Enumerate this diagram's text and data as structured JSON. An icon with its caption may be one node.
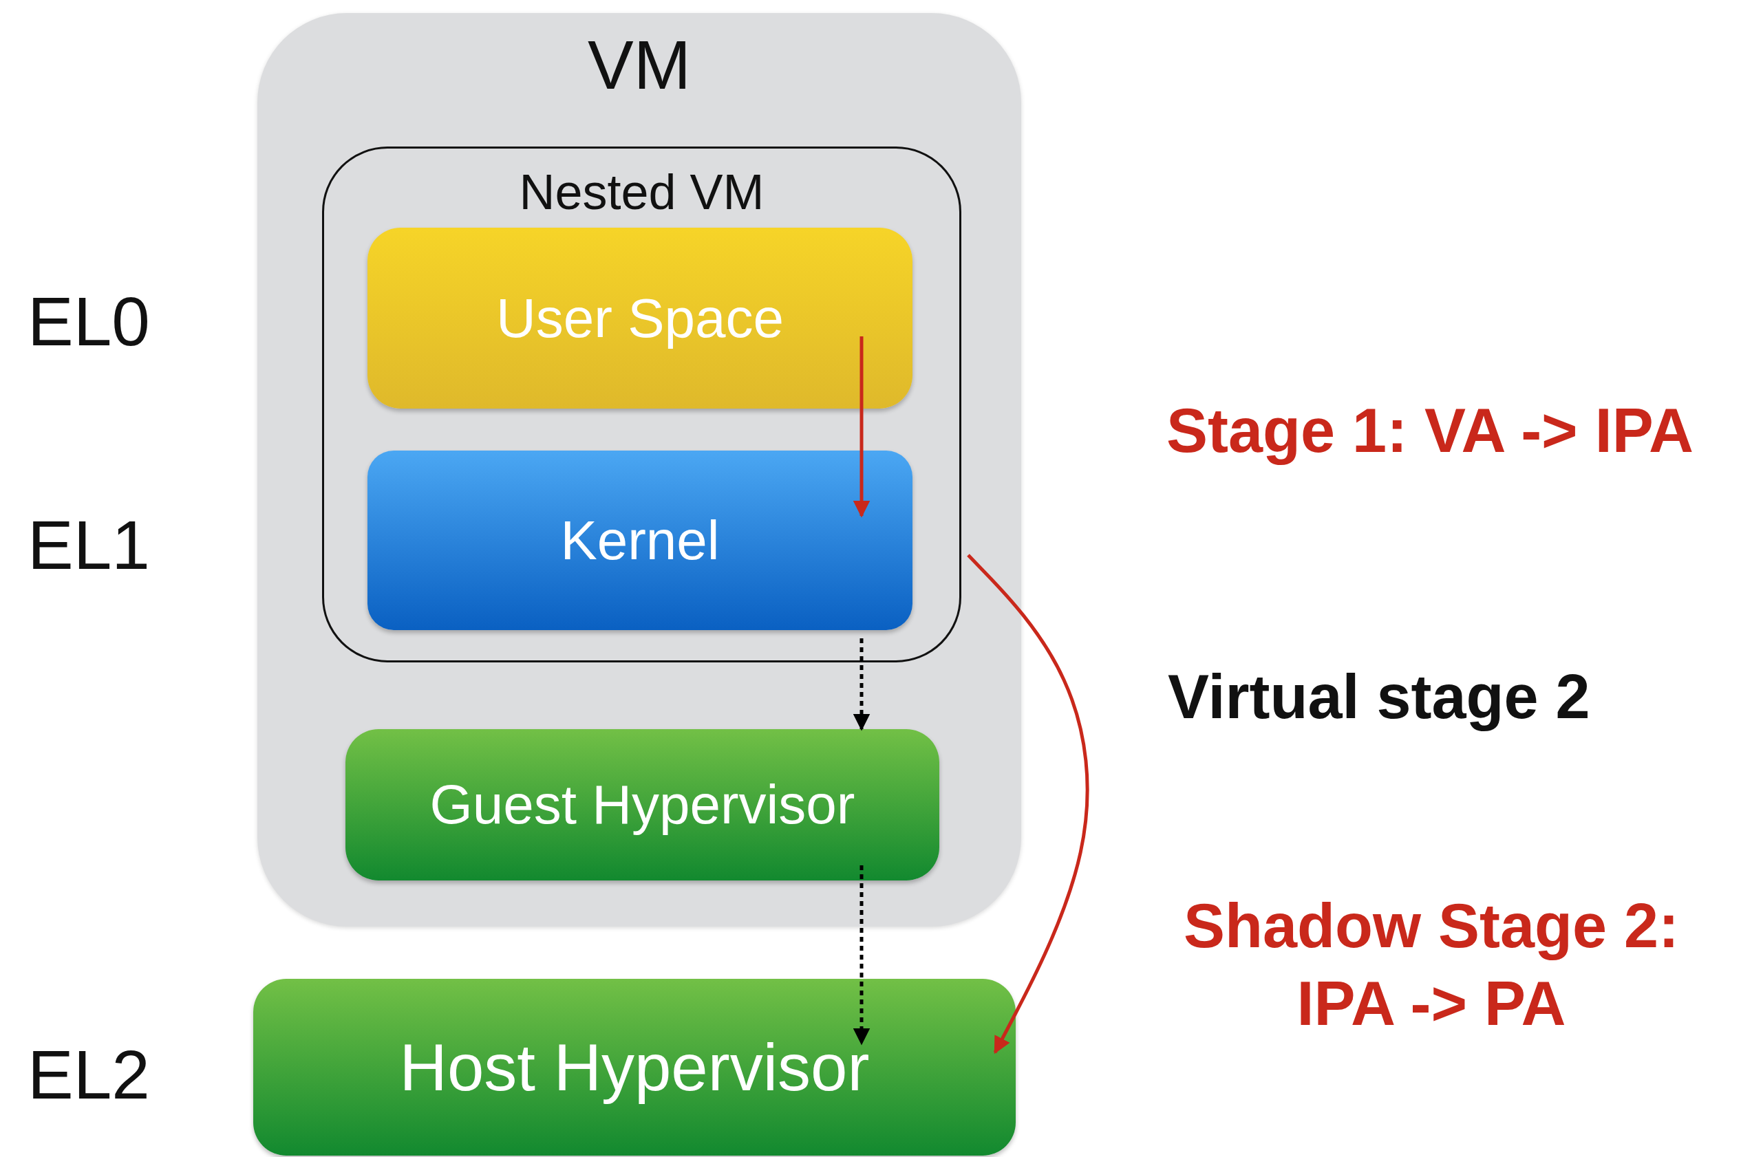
{
  "diagram": {
    "nodes": [
      {
        "text": [
          "VM"
        ]
      },
      {
        "text": [
          "Nested VM"
        ],
        "in": 0
      },
      {
        "text": [
          "User Space"
        ],
        "in": 1
      },
      {
        "text": [
          "Kernel"
        ],
        "in": 1
      },
      {
        "text": [
          "Guest Hypervisor"
        ],
        "in": 0
      },
      {
        "text": [
          "Host Hypervisor"
        ]
      }
    ],
    "edges": [
      {
        "from": 2,
        "to": 3,
        "arrow": "to",
        "color": "#c9281b"
      },
      {
        "from": 3,
        "to": 4,
        "arrow": "to",
        "style": "dashed",
        "color": "#000000"
      },
      {
        "from": 4,
        "to": 5,
        "arrow": "to",
        "style": "dashed",
        "color": "#000000"
      },
      {
        "from": 1,
        "to": 5,
        "arrow": "to",
        "color": "#c9281b"
      }
    ],
    "labels": [
      "EL0",
      "Stage 1: VA -> IPA",
      "EL1",
      "Virtual stage 2",
      "Shadow Stage 2: IPA -> PA",
      "EL2"
    ]
  }
}
